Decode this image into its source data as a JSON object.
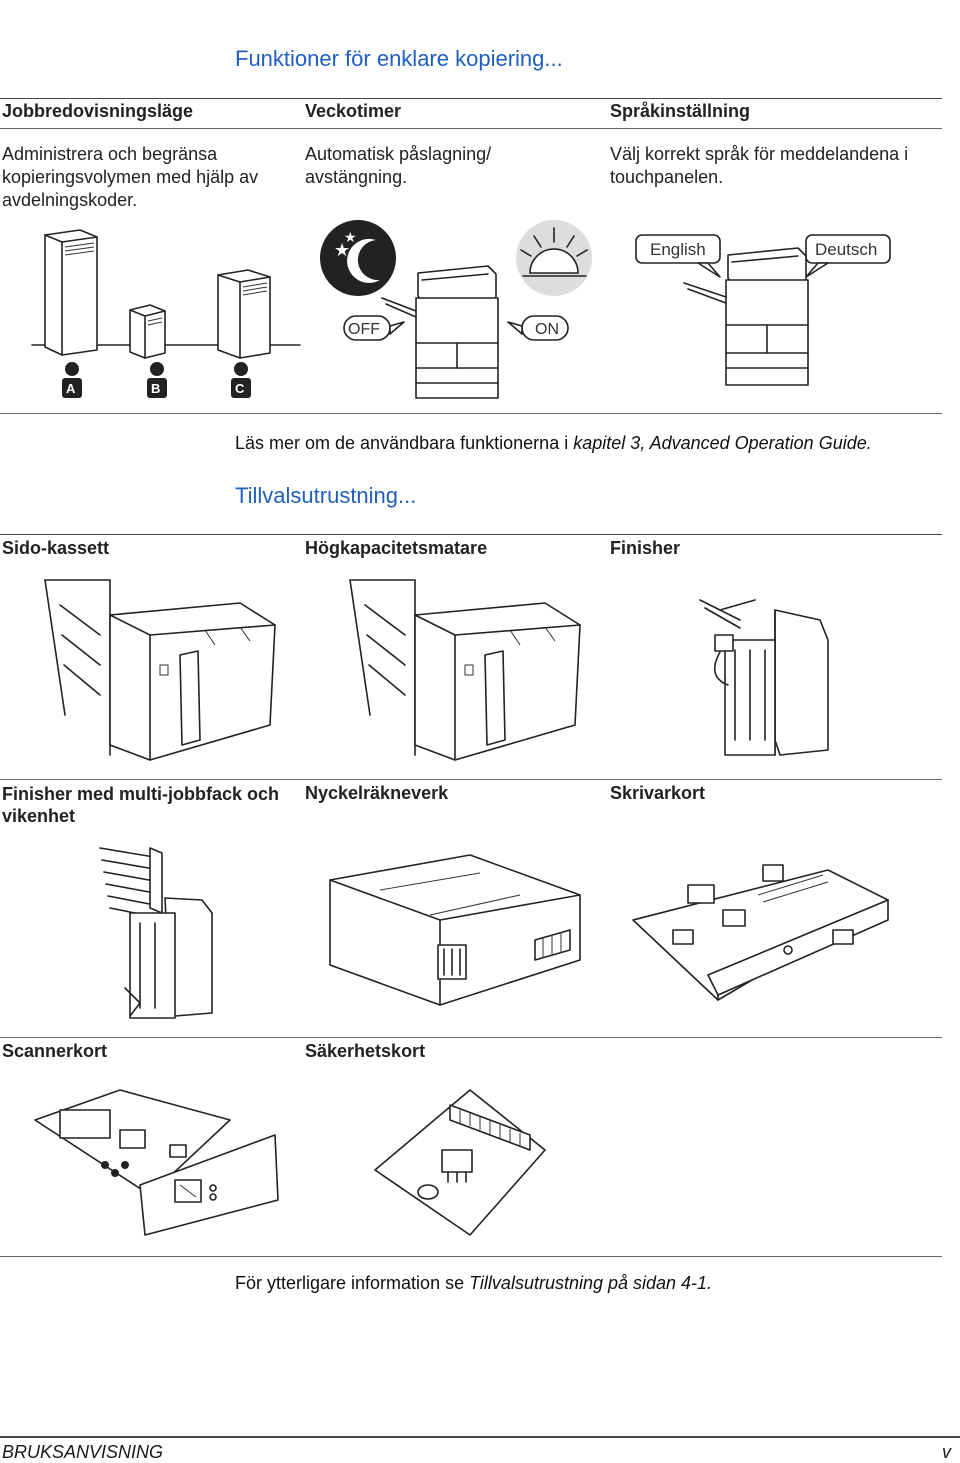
{
  "section1": {
    "title": "Funktioner för enklare kopiering...",
    "columns": [
      {
        "heading": "Jobbredovisningsläge",
        "text": "Administrera och begränsa kopieringsvolymen med hjälp av avdelningskoder."
      },
      {
        "heading": "Veckotimer",
        "text": "Automatisk påslagning/ avstängning."
      },
      {
        "heading": "Språkinställning",
        "text": "Välj korrekt språk för meddelandena i touchpanelen."
      }
    ],
    "illustration_labels": {
      "dept_a": "A",
      "dept_b": "B",
      "dept_c": "C",
      "off": "OFF",
      "on": "ON",
      "english": "English",
      "deutsch": "Deutsch"
    },
    "note_prefix": "Läs mer om de användbara funktionerna i ",
    "note_italic": "kapitel 3, Advanced Operation Guide."
  },
  "section2": {
    "title": "Tillvalsutrustning...",
    "items": [
      {
        "label": "Sido-kassett"
      },
      {
        "label": "Högkapacitetsmatare"
      },
      {
        "label": "Finisher"
      },
      {
        "label": "Finisher med multi-jobbfack och vikenhet"
      },
      {
        "label": "Nyckelräkneverk"
      },
      {
        "label": "Skrivarkort"
      },
      {
        "label": "Scannerkort"
      },
      {
        "label": "Säkerhetskort"
      }
    ],
    "note_prefix": "För ytterligare information se ",
    "note_italic": "Tillvalsutrustning på sidan 4-1."
  },
  "footer": {
    "left": "BRUKSANVISNING",
    "right": "v"
  },
  "colors": {
    "accent": "#1f5fbf",
    "text": "#1a1a1a"
  }
}
